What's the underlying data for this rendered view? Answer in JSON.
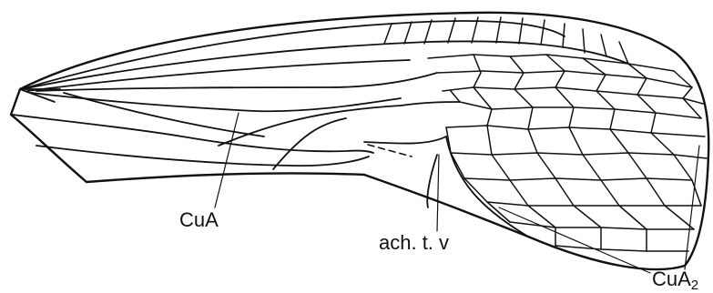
{
  "figure": {
    "type": "insect wing venation line drawing",
    "stroke_color": "#111111",
    "background_color": "#ffffff"
  },
  "labels": {
    "cua": "CuA",
    "ach_tv": "ach. t. v",
    "cua2_base": "CuA",
    "cua2_sub": "2"
  }
}
